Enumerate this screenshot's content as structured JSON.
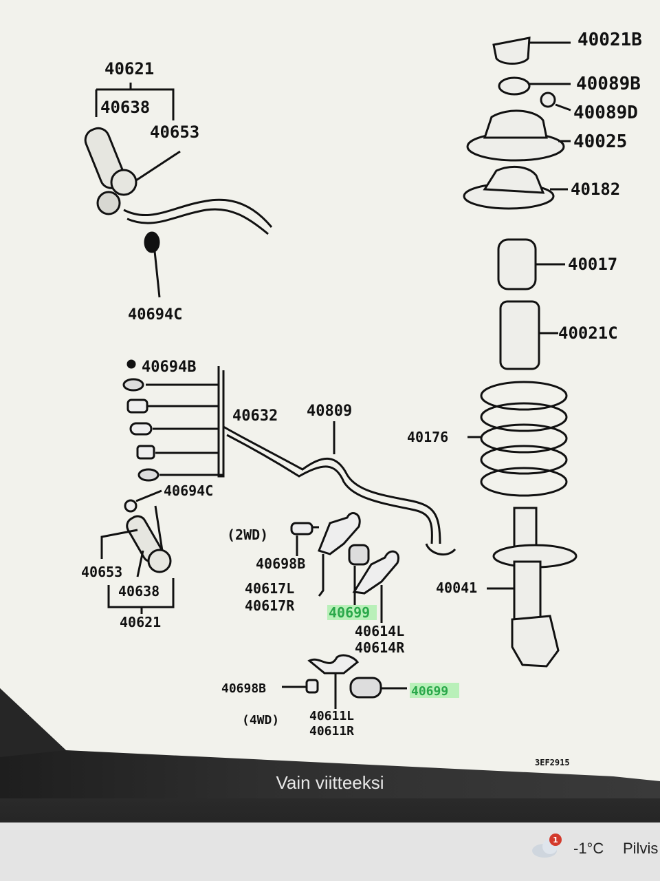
{
  "diagram": {
    "stabilizer_link_top": {
      "group": "40621",
      "bracket": "40638",
      "bushing": "40653",
      "nut": "40694C"
    },
    "stabilizer_link_bottom": {
      "group": "40621",
      "bracket": "40638",
      "bushing": "40653",
      "nut": "40694C"
    },
    "stabilizer_parts": {
      "washer_stack": "40694B",
      "link": "40632",
      "bar": "40809"
    },
    "strut_parts": {
      "top_nut": "40021B",
      "nut_b": "40089B",
      "nut_d": "40089D",
      "mount": "40025",
      "seat": "40182",
      "bump_stop": "40017",
      "dust_boot": "40021C",
      "spring": "40176",
      "strut": "40041"
    },
    "clamps_2wd": {
      "label": "(2WD)",
      "bolt": "40698B",
      "bracket_l": "40617L",
      "bracket_r": "40617R",
      "bushing_highlight": "40699",
      "bracket2_l": "40614L",
      "bracket2_r": "40614R"
    },
    "clamps_4wd": {
      "label": "(4WD)",
      "bolt": "40698B",
      "bracket_l": "40611L",
      "bracket_r": "40611R",
      "bushing_highlight": "40699"
    },
    "drawing_code": "3EF2915"
  },
  "caption": "Vain viitteeksi",
  "taskbar": {
    "badge": "1",
    "temperature": "-1°C",
    "condition": "Pilvis"
  },
  "colors": {
    "highlight": "#2aa84a",
    "paper": "#f4f4ef"
  }
}
